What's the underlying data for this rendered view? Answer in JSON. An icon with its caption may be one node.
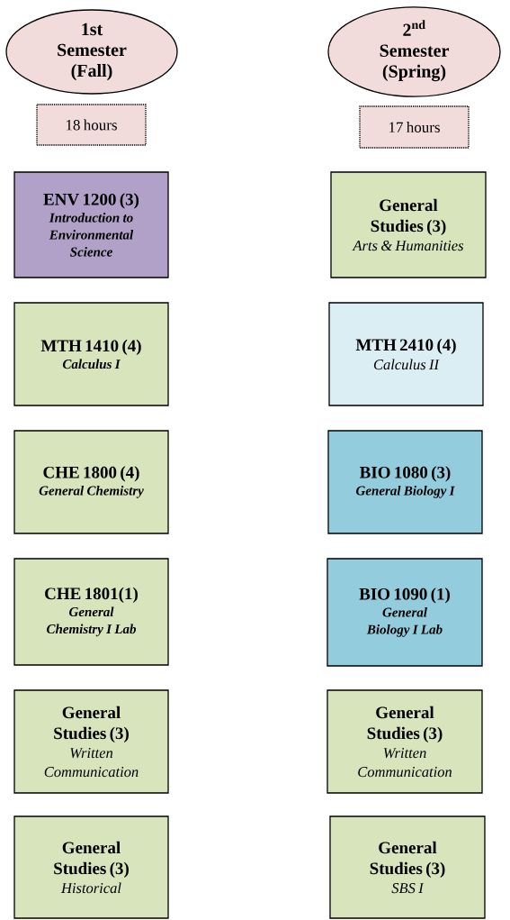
{
  "diagram": {
    "nodes": [
      {
        "text": [
          "1st Semester (Fall)"
        ]
      },
      {
        "text": [
          "\\begin{array}{c}\\text{\\textbf{2}}^{\\text{\\textbf{nd}}}\\\\ \\text{\\textbf{Semester}}\\\\ \\text{\\textbf{(Spring)}}\\end{array}"
        ]
      },
      {
        "text": [
          "18 hours"
        ]
      },
      {
        "text": [
          "17 hours"
        ]
      },
      {
        "text": [
          "ENV 1200 (3)",
          "Introduction to Environmental Science"
        ]
      },
      {
        "text": [
          "General Studies (3)",
          "Arts & Humanities"
        ]
      },
      {
        "text": [
          "MTH 1410 (4)",
          "Calculus I"
        ]
      },
      {
        "text": [
          "MTH 2410 (4)",
          "Calculus II"
        ]
      },
      {
        "text": [
          "CHE 1800 (4)",
          "General Chemistry"
        ]
      },
      {
        "text": [
          "BIO 1080 (3)",
          "General Biology I"
        ]
      },
      {
        "text": [
          "CHE 1801(1)",
          "General Chemistry I Lab"
        ]
      },
      {
        "text": [
          "BIO 1090 (1)",
          "General Biology I Lab"
        ]
      },
      {
        "text": [
          "General Studies (3)",
          "Written Communication"
        ]
      },
      {
        "text": [
          "General Studies (3)",
          "Written Communication"
        ]
      },
      {
        "text": [
          "General Studies (3)",
          "Historical"
        ]
      },
      {
        "text": [
          "General Studies (3)",
          "SBS I"
        ]
      }
    ]
  }
}
